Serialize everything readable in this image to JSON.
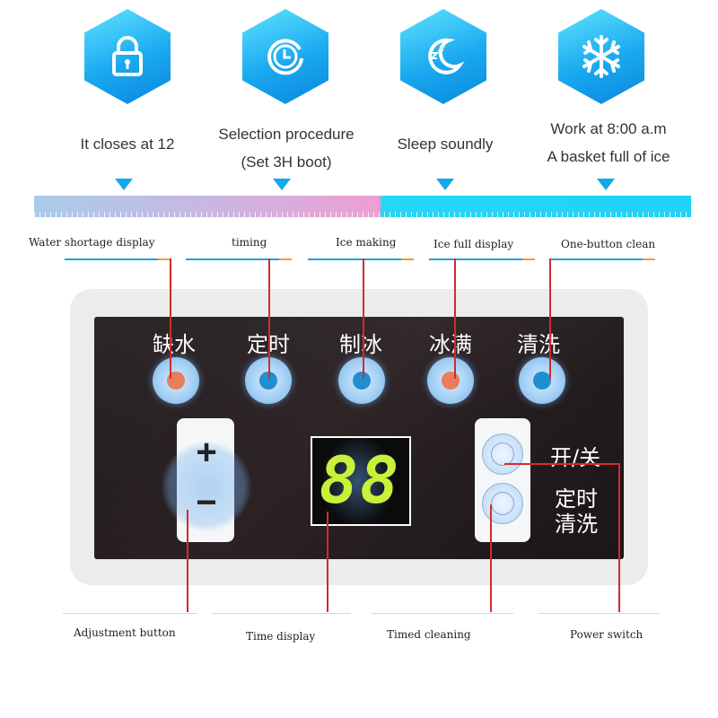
{
  "features": [
    {
      "icon": "lock-icon",
      "lines": [
        "It closes at 12"
      ]
    },
    {
      "icon": "clock-icon",
      "lines": [
        "Selection procedure",
        "(Set 3H boot)"
      ]
    },
    {
      "icon": "moon-sleep-icon",
      "lines": [
        "Sleep soundly"
      ]
    },
    {
      "icon": "snowflake-icon",
      "lines": [
        "Work at 8:00 a.m",
        "A basket full of ice"
      ]
    }
  ],
  "top_labels": [
    "Water shortage display",
    "timing",
    "Ice making",
    "Ice full display",
    "One-button clean"
  ],
  "panel": {
    "indicators": [
      "缺水",
      "定时",
      "制冰",
      "冰满",
      "清洗"
    ],
    "plus": "+",
    "minus": "−",
    "display_digits": "88",
    "switch_label": "开/关",
    "clean_label_1": "定时",
    "clean_label_2": "清洗"
  },
  "bottom_labels": [
    "Adjustment button",
    "Time display",
    "Timed cleaning",
    "Power switch"
  ],
  "colors": {
    "hex_blue": "#1aa9f0",
    "callout_red": "#d42a2a",
    "led_orange": "#e87d5c",
    "led_blue": "#1f8fd0",
    "segment_green": "#c8f13a"
  }
}
